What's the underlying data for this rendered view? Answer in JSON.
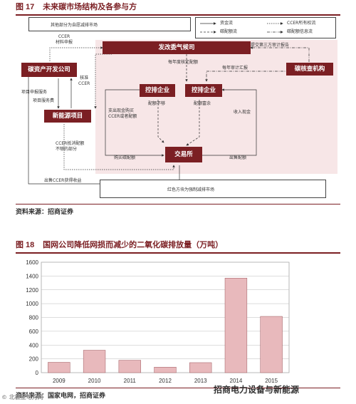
{
  "fig17": {
    "number": "图 17",
    "title": "未来碳市场结构及各参与方",
    "outer_box_label": "其他部分为自愿减排市场",
    "legend": {
      "fund_flow": "资金流",
      "quota_flow": "碳配额流",
      "ccer_ownership": "CCER所有权流",
      "quota_info_flow": "碳配额信息流"
    },
    "nodes": {
      "ndrc": "发改委气候司",
      "owner": "碳资产开发公司",
      "newproject": "新能源项目",
      "ctrl1": "控排企业",
      "ctrl2": "控排企业",
      "verifier": "碳核查机构",
      "exchange": "交易所"
    },
    "labels": {
      "ccer_apply": "CCER\n材料申报",
      "third_party": "提交第三方审计报告",
      "annual_approve": "每年度核定配额",
      "annual_audit": "每年审计汇报",
      "project_service": "项目申报服务",
      "issue_ccer": "核准\nCCER",
      "project_benefit": "项目服务费",
      "quota_short": "配额不够",
      "quota_surplus": "配额富余",
      "pay_buy": "支出现金购买\nCCER或者配额",
      "cash_income": "收入现金",
      "ccer_offset": "CCER抵消配额\n不够的部分",
      "buy_quota": "购买碳配额",
      "sell_quota": "出售配额",
      "sell_ccer_income": "出售CCER获得收益"
    },
    "bottom_box_label": "红色方块为强制减排市场",
    "source": "资料来源：招商证券"
  },
  "fig18": {
    "number": "图 18",
    "title": "国网公司降低网损而减少的二氧化碳排放量（万吨）",
    "source": "资料来源：国家电网，招商证券"
  },
  "chart_data": {
    "type": "bar",
    "categories": [
      "2009",
      "2010",
      "2011",
      "2012",
      "2013",
      "2014",
      "2015"
    ],
    "values": [
      150,
      325,
      180,
      80,
      145,
      1370,
      815
    ],
    "ylim": [
      0,
      1600
    ],
    "yticks": [
      0,
      200,
      400,
      600,
      800,
      1000,
      1200,
      1400,
      1600
    ],
    "grid": true,
    "bar_color": "#e8b9bc",
    "bar_edge": "#9e5a5f"
  },
  "watermark": {
    "left": "© 北极星电力网",
    "right": "招商电力设备与新能源"
  },
  "colors": {
    "brand": "#7b1f23",
    "shade": "#f7e6e7"
  }
}
